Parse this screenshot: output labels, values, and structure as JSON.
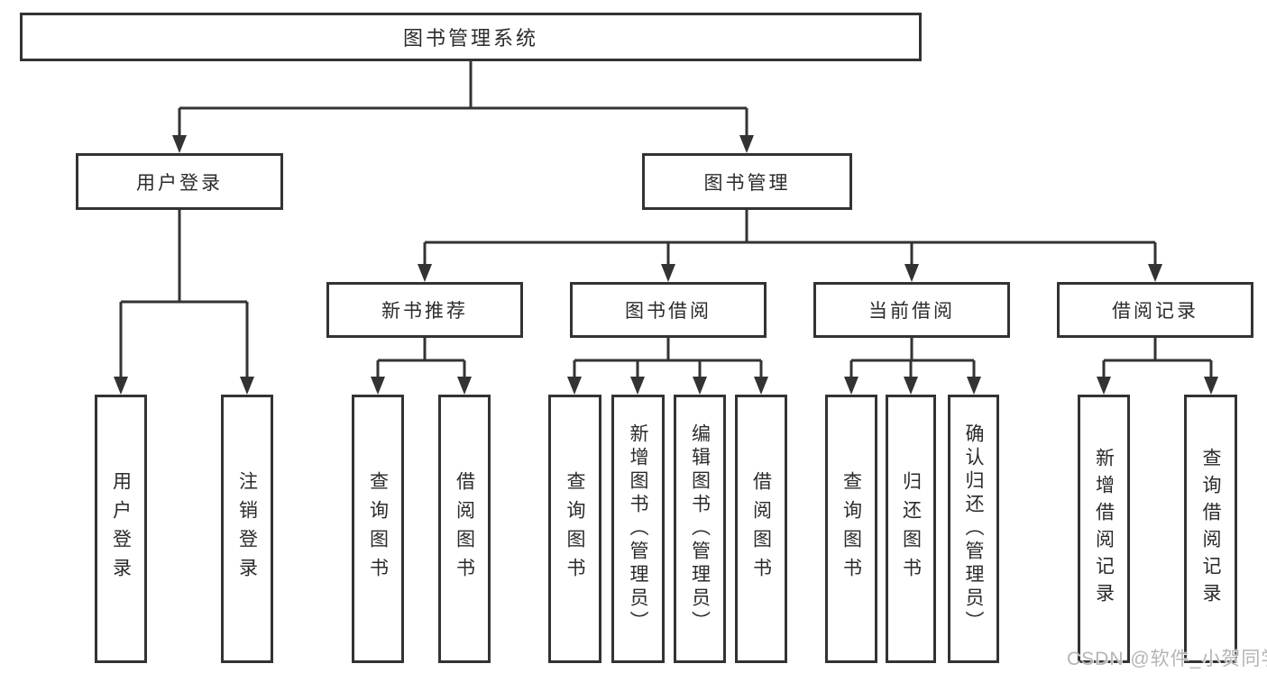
{
  "diagram": {
    "root": {
      "label": "图书管理系统"
    },
    "level2": {
      "login": {
        "label": "用户登录"
      },
      "management": {
        "label": "图书管理"
      }
    },
    "level3": {
      "recommend": {
        "label": "新书推荐"
      },
      "borrow": {
        "label": "图书借阅"
      },
      "current": {
        "label": "当前借阅"
      },
      "records": {
        "label": "借阅记录"
      }
    },
    "leaves": {
      "login": [
        "用户登录",
        "注销登录"
      ],
      "recommend": [
        "查询图书",
        "借阅图书"
      ],
      "borrow": [
        "查询图书",
        "新增图书（管理员）",
        "编辑图书（管理员）",
        "借阅图书"
      ],
      "current": [
        "查询图书",
        "归还图书",
        "确认归还（管理员）"
      ],
      "records": [
        "新增借阅记录",
        "查询借阅记录"
      ]
    }
  },
  "watermark": {
    "label": "CSDN @软件_小贺同学"
  },
  "colors": {
    "line": "#333333",
    "text": "#2b2b2b",
    "watermark": "#b5b5b5",
    "background": "#ffffff"
  }
}
